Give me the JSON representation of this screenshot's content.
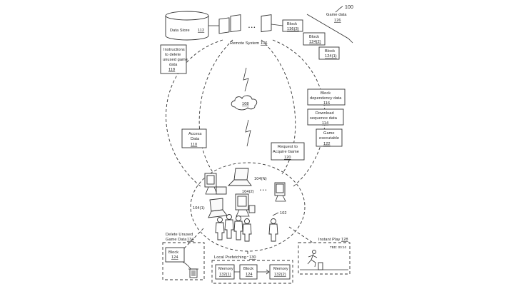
{
  "figure_number": "100",
  "data_store": {
    "label": "Data Store",
    "ref": "112"
  },
  "remote_system": {
    "label": "Remote System",
    "ref": "106",
    "ellipsis": "• • •"
  },
  "game_data": {
    "label": "Game data",
    "ref": "126"
  },
  "blocks_top": [
    {
      "label": "Block",
      "ref": "136(3)"
    },
    {
      "label": "Block",
      "ref": "124(2)"
    },
    {
      "label": "Block",
      "ref": "124(1)"
    }
  ],
  "instructions": {
    "lines": [
      "Instructions",
      "to delete",
      "unused game",
      "data"
    ],
    "ref": "118"
  },
  "network": {
    "ref": "108"
  },
  "block_dependency": {
    "lines": [
      "Block",
      "dependency data"
    ],
    "ref": "116"
  },
  "download_sequence": {
    "lines": [
      "Download",
      "sequence data"
    ],
    "ref": "114"
  },
  "game_executable": {
    "lines": [
      "Game",
      "executable"
    ],
    "ref": "122"
  },
  "access_data": {
    "lines": [
      "Access",
      "Data"
    ],
    "ref": "110"
  },
  "request": {
    "lines": [
      "Request to",
      "Acquire Game"
    ],
    "ref": "120"
  },
  "devices": {
    "d1": "104(1)",
    "d2": "104(2)",
    "dn": "104(N)",
    "users": "102",
    "ellipsis": "• • •"
  },
  "delete_unused": {
    "lines": [
      "Delete Unused",
      "Game Data"
    ],
    "ref": "134",
    "block_label": "Block",
    "block_ref": "124"
  },
  "local_prefetching": {
    "label": "Local Prefetching",
    "ref": "130",
    "memory_left": {
      "label": "Memory",
      "ref": "132(1)"
    },
    "block": {
      "label": "Block",
      "ref": "124"
    },
    "memory_right": {
      "label": "Memory",
      "ref": "132(2)"
    }
  },
  "instant_play": {
    "label": "Instant Play",
    "ref": "128",
    "time": "TBD: 00:10"
  }
}
